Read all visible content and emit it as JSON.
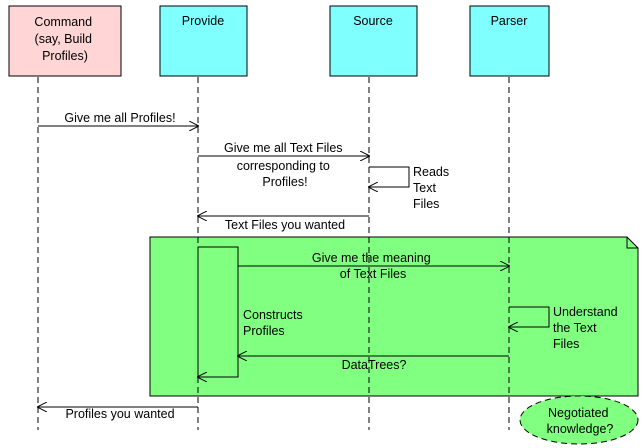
{
  "participants": [
    {
      "id": "command",
      "lines": [
        "Command",
        "(say, Build",
        "Profiles)"
      ],
      "fill": "#ffd5d5"
    },
    {
      "id": "provide",
      "lines": [
        "Provide"
      ],
      "fill": "#80ffff"
    },
    {
      "id": "source",
      "lines": [
        "Source"
      ],
      "fill": "#80ffff"
    },
    {
      "id": "parser",
      "lines": [
        "Parser"
      ],
      "fill": "#80ffff"
    }
  ],
  "messages": {
    "m1": [
      "Give me all Profiles!"
    ],
    "m2": [
      "Give me all Text Files",
      "corresponding to",
      "Profiles!"
    ],
    "m3": [
      "Reads",
      "Text",
      "Files"
    ],
    "m4": [
      "Text Files you wanted"
    ],
    "m5": [
      "Give me the meaning",
      "of Text Files"
    ],
    "m6": [
      "Constructs",
      "Profiles"
    ],
    "m7": [
      "Understand",
      "the Text",
      "Files"
    ],
    "m8": [
      "DataTrees?"
    ],
    "m9": [
      "Profiles you wanted"
    ]
  },
  "note": {
    "fill": "#80ff80"
  },
  "ellipse": {
    "lines": [
      "Negotiated",
      "knowledge?"
    ],
    "fill": "#80ff80"
  }
}
